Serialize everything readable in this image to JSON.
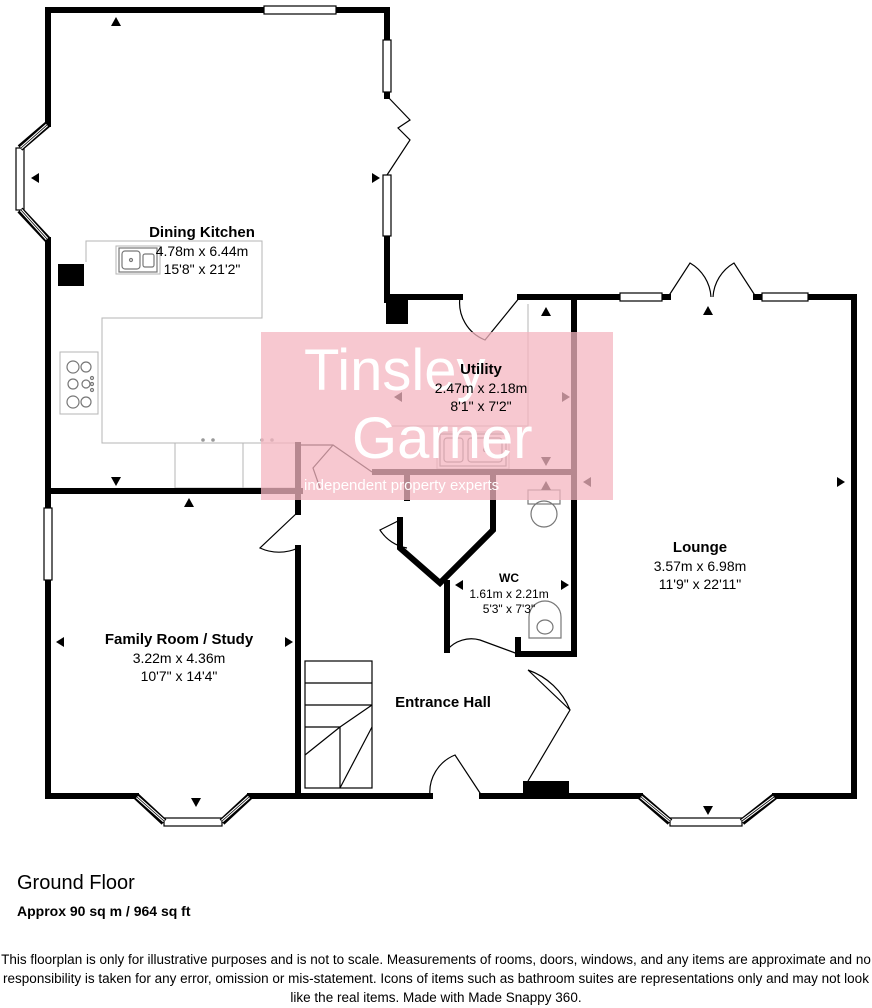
{
  "rooms": {
    "dining_kitchen": {
      "name": "Dining Kitchen",
      "metric": "4.78m x 6.44m",
      "imperial": "15'8\" x 21'2\""
    },
    "utility": {
      "name": "Utility",
      "metric": "2.47m x 2.18m",
      "imperial": "8'1\" x 7'2\""
    },
    "lounge": {
      "name": "Lounge",
      "metric": "3.57m x 6.98m",
      "imperial": "11'9\" x 22'11\""
    },
    "wc": {
      "name": "WC",
      "metric": "1.61m x 2.21m",
      "imperial": "5'3\" x 7'3\""
    },
    "family_room": {
      "name": "Family Room / Study",
      "metric": "3.22m x 4.36m",
      "imperial": "10'7\" x 14'4\""
    },
    "entrance_hall": {
      "name": "Entrance Hall"
    }
  },
  "watermark": {
    "line1": "Tinsley",
    "line2": "Garner",
    "tagline": "independent property experts",
    "color": "#f4b6c0"
  },
  "floor": {
    "title": "Ground Floor",
    "area": "Approx 90 sq m / 964 sq ft"
  },
  "disclaimer": "This floorplan is only for illustrative purposes and is not to scale. Measurements of rooms, doors, windows, and any items are approximate and no responsibility is taken for any error, omission or mis-statement. Icons of items such as bathroom suites are representations only and may not look like the real items. Made with Made Snappy 360."
}
